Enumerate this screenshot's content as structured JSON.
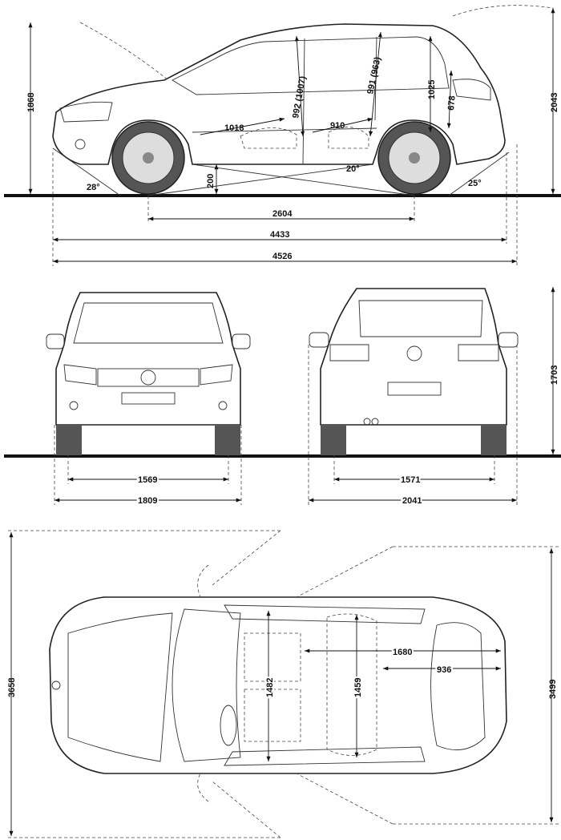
{
  "side_view": {
    "height": "1868",
    "height_roof_rails": "2043",
    "front_headroom": "992 (1007)",
    "rear_headroom": "991 (963)",
    "rear_loading_height": "1025",
    "tailgate_opening": "678",
    "front_legroom": "1018",
    "rear_legroom": "910",
    "ramp_angle": "20°",
    "ground_clearance": "200",
    "approach_angle": "28°",
    "departure_angle": "25°",
    "wheelbase": "2604",
    "length": "4433",
    "length_total": "4526"
  },
  "front_view": {
    "track_front": "1569",
    "width": "1809"
  },
  "rear_view": {
    "height": "1703",
    "track_rear": "1571",
    "width_mirrors": "2041"
  },
  "top_view": {
    "length_doors_open_front": "3658",
    "length_doors_open_rear": "3499",
    "cargo_length": "1680",
    "cargo_length_seats": "936",
    "front_shoulder_width": "1482",
    "rear_shoulder_width": "1459"
  }
}
